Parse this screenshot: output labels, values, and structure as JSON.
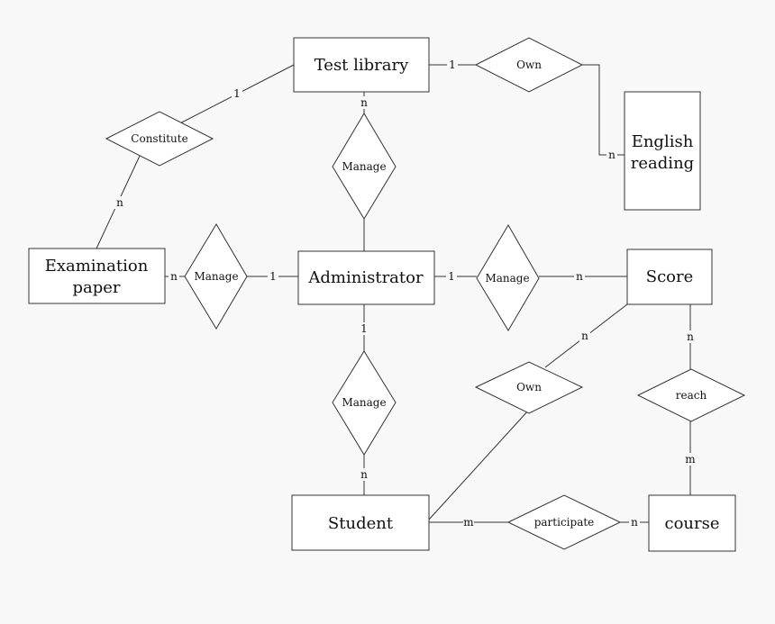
{
  "entities": {
    "test_library": "Test library",
    "english_reading": [
      "English",
      "reading"
    ],
    "examination_paper": [
      "Examination",
      "paper"
    ],
    "administrator": "Administrator",
    "score": "Score",
    "student": "Student",
    "course": "course"
  },
  "relationships": {
    "own_top": "Own",
    "constitute": "Constitute",
    "manage_top": "Manage",
    "manage_left": "Manage",
    "manage_right": "Manage",
    "manage_bottom": "Manage",
    "own_mid": "Own",
    "reach": "reach",
    "participate": "participate"
  },
  "cardinalities": {
    "library_own": "1",
    "own_english": "n",
    "library_constitute": "1",
    "constitute_paper": "n",
    "library_manage": "n",
    "paper_manage": "n",
    "manage_admin_left": "1",
    "admin_manage_right": "1",
    "manage_score": "n",
    "admin_manage_bottom": "1",
    "manage_student": "n",
    "score_own": "n",
    "score_reach": "n",
    "reach_course": "m",
    "student_participate": "m",
    "participate_course": "n"
  }
}
